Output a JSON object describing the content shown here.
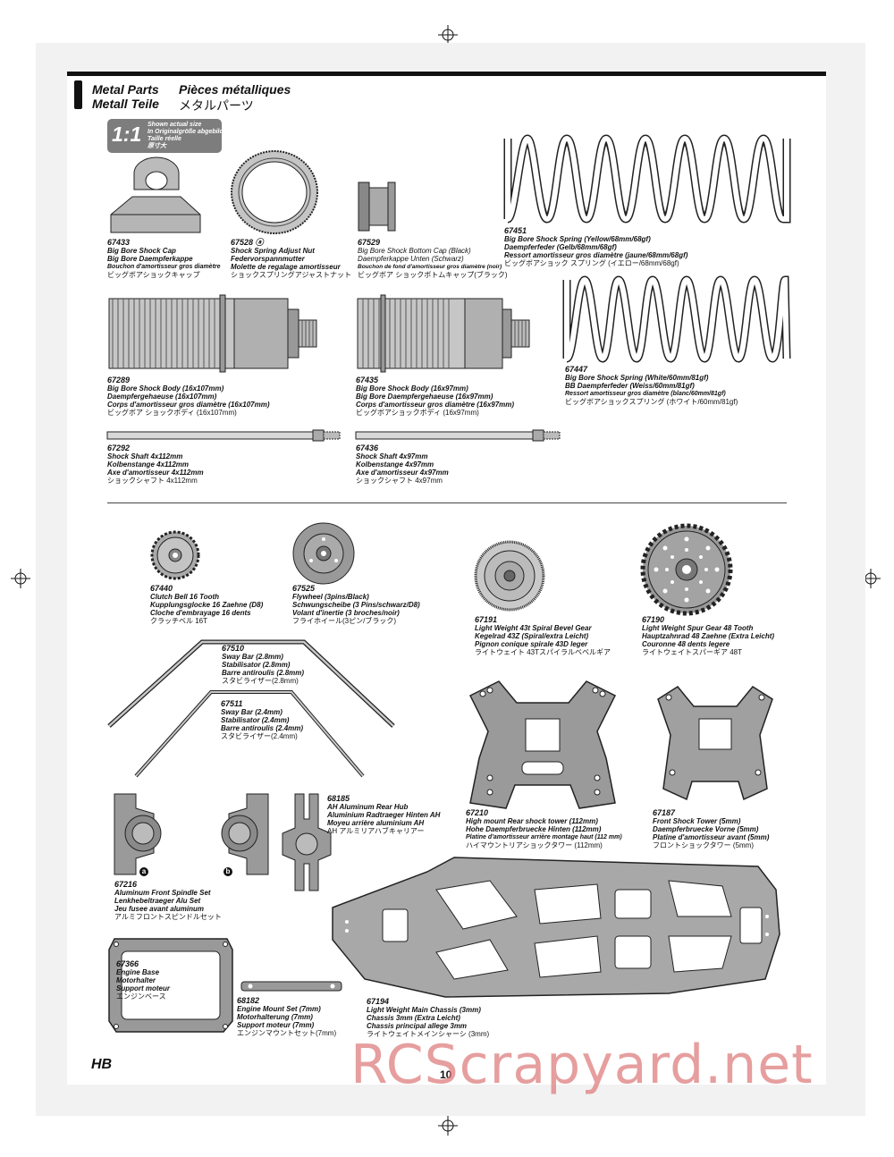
{
  "header": {
    "en": "Metal Parts",
    "fr": "Pièces métalliques",
    "de": "Metall Teile",
    "jp": "メタルパーツ"
  },
  "scale_badge": {
    "label": "1:1",
    "en": "Shown actual size",
    "de": "In Originalgröße abgebildet",
    "fr": "Taille réelle",
    "jp": "原寸大"
  },
  "parts": [
    {
      "num": "67433",
      "en": "Big Bore Shock Cap",
      "de": "Big Bore Daempferkappe",
      "fr": "Bouchon d'amortisseur gros diamètre",
      "jp": "ビッグボアショックキャップ"
    },
    {
      "num": "67528 ⓐ",
      "en": "Shock Spring Adjust Nut",
      "de": "Federvorspannmutter",
      "fr": "Molette de regalage amortisseur",
      "jp": "ショックスプリングアジャストナット"
    },
    {
      "num": "67529",
      "en": "Big Bore Shock Bottom Cap (Black)",
      "de": "Daempferkappe Unten (Schwarz)",
      "fr": "Bouchon de fond d'amortisseur gros diamètre (noir)",
      "jp": "ビッグボア ショックボトムキャップ(ブラック)"
    },
    {
      "num": "67451",
      "en": "Big Bore Shock Spring (Yellow/68mm/68gf)",
      "de": "Daempferfeder (Gelb/68mm/68gf)",
      "fr": "Ressort amortisseur gros diamètre (jaune/68mm/68gf)",
      "jp": "ビッグボアショック スプリング (イエロー/68mm/68gf)"
    },
    {
      "num": "67289",
      "en": "Big Bore Shock Body (16x107mm)",
      "de": "Daempfergehaeuse (16x107mm)",
      "fr": "Corps d'amortisseur gros diamètre (16x107mm)",
      "jp": "ビッグボア ショックボディ (16x107mm)"
    },
    {
      "num": "67435",
      "en": "Big Bore Shock Body (16x97mm)",
      "de": "Big Bore Daempfergehaeuse (16x97mm)",
      "fr": "Corps d'amortisseur gros diamètre (16x97mm)",
      "jp": "ビッグボアショックボディ (16x97mm)"
    },
    {
      "num": "67447",
      "en": "Big Bore Shock Spring (White/60mm/81gf)",
      "de": "BB Daempferfeder (Weiss/60mm/81gf)",
      "fr": "Ressort amortisseur gros diamètre (blanc/60mm/81gf)",
      "jp": "ビッグボアショックスプリング (ホワイト/60mm/81gf)"
    },
    {
      "num": "67292",
      "en": "Shock Shaft 4x112mm",
      "de": "Kolbenstange 4x112mm",
      "fr": "Axe d'amortisseur 4x112mm",
      "jp": "ショックシャフト 4x112mm"
    },
    {
      "num": "67436",
      "en": "Shock Shaft 4x97mm",
      "de": "Kolbenstange 4x97mm",
      "fr": "Axe d'amortisseur 4x97mm",
      "jp": "ショックシャフト 4x97mm"
    },
    {
      "num": "67440",
      "en": "Clutch Bell 16 Tooth",
      "de": "Kupplungsglocke 16 Zaehne (D8)",
      "fr": "Cloche d'embrayage 16 dents",
      "jp": "クラッチベル 16T"
    },
    {
      "num": "67525",
      "en": "Flywheel (3pins/Black)",
      "de": "Schwungscheibe (3 Pins/schwarz/D8)",
      "fr": "Volant d'inertie (3 broches/noir)",
      "jp": "フライホイール(3ピン/ブラック)"
    },
    {
      "num": "67191",
      "en": "Light Weight 43t Spiral Bevel Gear",
      "de": "Kegelrad 43Z (Spiral/extra Leicht)",
      "fr": "Pignon conique spirale 43D leger",
      "jp": "ライトウェイト 43Tスパイラルベベルギア"
    },
    {
      "num": "67190",
      "en": "Light Weight Spur Gear 48 Tooth",
      "de": "Hauptzahnrad 48 Zaehne (Extra Leicht)",
      "fr": "Couronne 48 dents legere",
      "jp": "ライトウェイトスパーギア 48T"
    },
    {
      "num": "67510",
      "en": "Sway Bar (2.8mm)",
      "de": "Stabilisator (2.8mm)",
      "fr": "Barre antiroulis (2.8mm)",
      "jp": "スタビライザー(2.8mm)"
    },
    {
      "num": "67511",
      "en": "Sway Bar (2.4mm)",
      "de": "Stabilisator (2.4mm)",
      "fr": "Barre antiroulis (2.4mm)",
      "jp": "スタビライザー(2.4mm)"
    },
    {
      "num": "67210",
      "en": "High mount Rear shock tower (112mm)",
      "de": "Hohe Daempferbruecke Hinten (112mm)",
      "fr": "Platine d'amortisseur arrière montage haut (112 mm)",
      "jp": "ハイマウントリアショックタワー (112mm)"
    },
    {
      "num": "67187",
      "en": "Front Shock Tower (5mm)",
      "de": "Daempferbruecke Vorne (5mm)",
      "fr": "Platine d'amortisseur avant (5mm)",
      "jp": "フロントショックタワー (5mm)"
    },
    {
      "num": "68185",
      "en": "AH Aluminum Rear Hub",
      "de": "Aluminium Radtraeger Hinten AH",
      "fr": "Moyeu arrière aluminium AH",
      "jp": "AH アルミリアハブキャリアー"
    },
    {
      "num": "67216",
      "en": "Aluminum Front Spindle Set",
      "de": "Lenkhebeltraeger Alu Set",
      "fr": "Jeu fusee avant aluminum",
      "jp": "アルミフロントスピンドルセット"
    },
    {
      "num": "67366",
      "en": "Engine Base",
      "de": "Motorhalter",
      "fr": "Support moteur",
      "jp": "エンジンベース"
    },
    {
      "num": "68182",
      "en": "Engine Mount Set (7mm)",
      "de": "Motorhalterung (7mm)",
      "fr": "Support moteur (7mm)",
      "jp": "エンジンマウントセット(7mm)"
    },
    {
      "num": "67194",
      "en": "Light Weight Main Chassis (3mm)",
      "de": "Chassis 3mm (Extra Leicht)",
      "fr": "Chassis principal allege 3mm",
      "jp": "ライトウェイトメインシャーシ (3mm)"
    }
  ],
  "spindle_markers": {
    "a": "a",
    "b": "b"
  },
  "footer": {
    "page_number": "10",
    "logo": "HB",
    "watermark": "RCScrapyard.net"
  }
}
